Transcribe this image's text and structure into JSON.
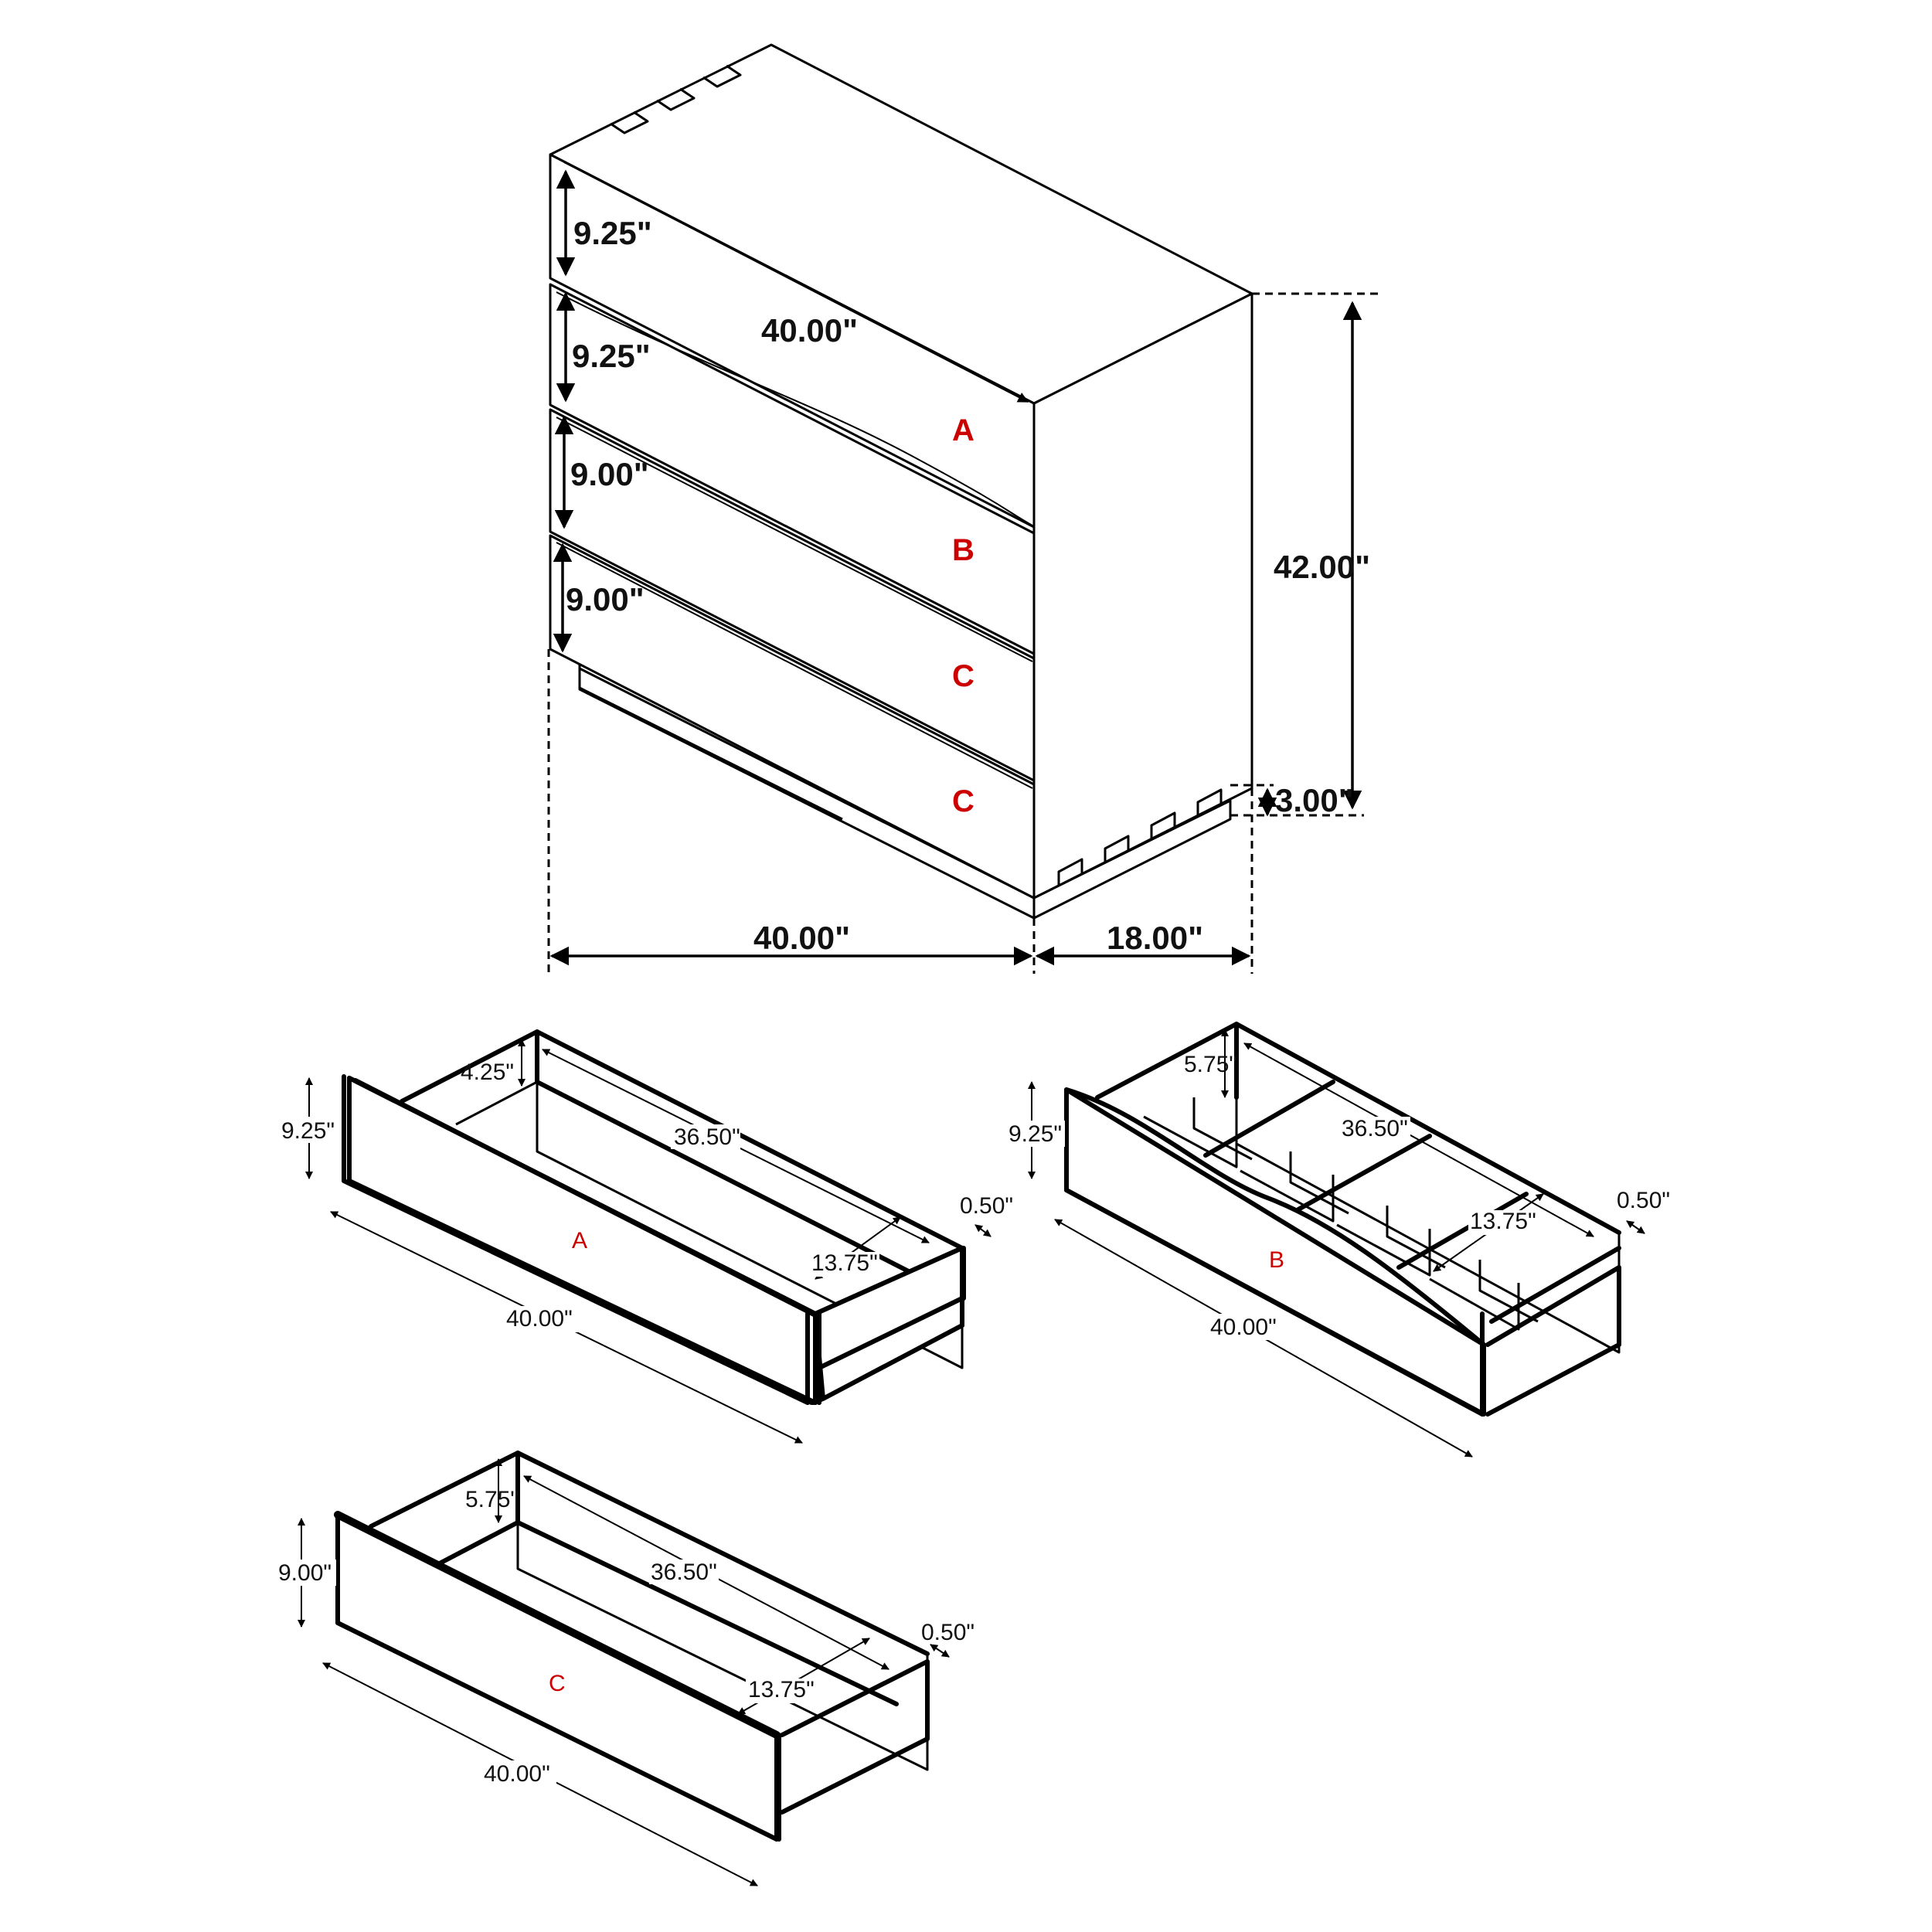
{
  "main_view": {
    "drawer_heights": [
      "9.25\"",
      "9.25\"",
      "9.00\"",
      "9.00\""
    ],
    "top_width": "40.00\"",
    "overall_height": "42.00\"",
    "base_height": "3.00\"",
    "front_width": "40.00\"",
    "depth": "18.00\"",
    "drawer_labels": [
      "A",
      "B",
      "C",
      "C"
    ]
  },
  "drawer_a": {
    "label": "A",
    "front_height": "9.25\"",
    "inner_depth": "4.25\"",
    "inner_length": "36.50\"",
    "inner_width": "13.75\"",
    "thickness": "0.50\"",
    "front_width": "40.00\""
  },
  "drawer_b": {
    "label": "B",
    "front_height": "9.25\"",
    "inner_depth": "5.75\"",
    "inner_length": "36.50\"",
    "inner_width": "13.75\"",
    "thickness": "0.50\"",
    "front_width": "40.00\""
  },
  "drawer_c": {
    "label": "C",
    "front_height": "9.00\"",
    "inner_depth": "5.75\"",
    "inner_length": "36.50\"",
    "inner_width": "13.75\"",
    "thickness": "0.50\"",
    "front_width": "40.00\""
  },
  "colors": {
    "line": "#000000",
    "label_red": "#cc0000",
    "background": "#ffffff"
  }
}
